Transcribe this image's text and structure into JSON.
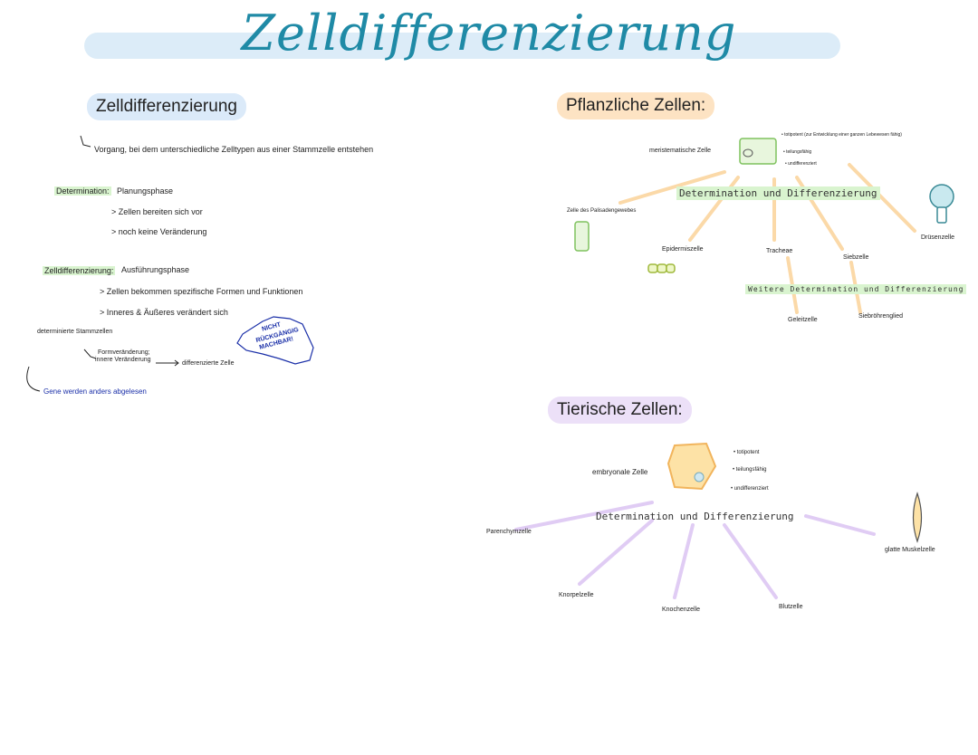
{
  "title": "Zelldifferenzierung",
  "left": {
    "pill": "Zelldifferenzierung",
    "definition": "Vorgang, bei dem unterschiedliche Zelltypen aus einer Stammzelle entstehen",
    "determination_label": "Determination:",
    "determination_phase": "Planungsphase",
    "det_point1": "> Zellen bereiten sich vor",
    "det_point2": "> noch keine Veränderung",
    "diff_label": "Zelldifferenzierung:",
    "diff_phase": "Ausführungsphase",
    "diff_point1": "> Zellen bekommen spezifische Formen und Funktionen",
    "diff_point2": "> Inneres & Äußeres verändert sich",
    "determined_stem": "determinierte Stammzellen",
    "form_change_1": "Formveränderung;",
    "form_change_2": "innere Veränderung",
    "differentiated_cell": "differenzierte Zelle",
    "stamp_line1": "NICHT",
    "stamp_line2": "RÜCKGÄNGIG",
    "stamp_line3": "MACHBAR!",
    "genes": "Gene werden anders abgelesen"
  },
  "plant": {
    "pill": "Pflanzliche Zellen:",
    "meristem": "meristematische Zelle",
    "prop1": "• totipotent (zur Entwicklung einer ganzen Lebewesen fähig)",
    "prop2": "• teilungsfähig",
    "prop3": "• undifferenziert",
    "det_diff": "Determination und Differenzierung",
    "palisade": "Zelle des Palisadengewebes",
    "epidermis": "Epidermiszelle",
    "trachee": "Tracheae",
    "sieb": "Siebzelle",
    "druesen": "Drüsenzelle",
    "further": "Weitere Determination und Differenzierung",
    "geleitzelle": "Geleitzelle",
    "siebroehre": "Siebröhrenglied"
  },
  "animal": {
    "pill": "Tierische Zellen:",
    "embryo": "embryonale Zelle",
    "prop1": "• totipotent",
    "prop2": "• teilungsfähig",
    "prop3": "• undifferenziert",
    "det_diff": "Determination und Differenzierung",
    "parenchym": "Parenchymzelle",
    "knorpel": "Knorpelzelle",
    "knochen": "Knochenzelle",
    "blut": "Blutzelle",
    "muskel": "glatte Muskelzelle"
  },
  "colors": {
    "title": "#1f8aa6",
    "title_band": "#dcecf8",
    "plant_pill": "#fde3c3",
    "animal_pill": "#ece0f8",
    "plant_lines": "#fbd9a8",
    "animal_lines": "#e0ccf4",
    "highlight_green": "#d9f4cf",
    "stamp_blue": "#1a2fa8"
  }
}
